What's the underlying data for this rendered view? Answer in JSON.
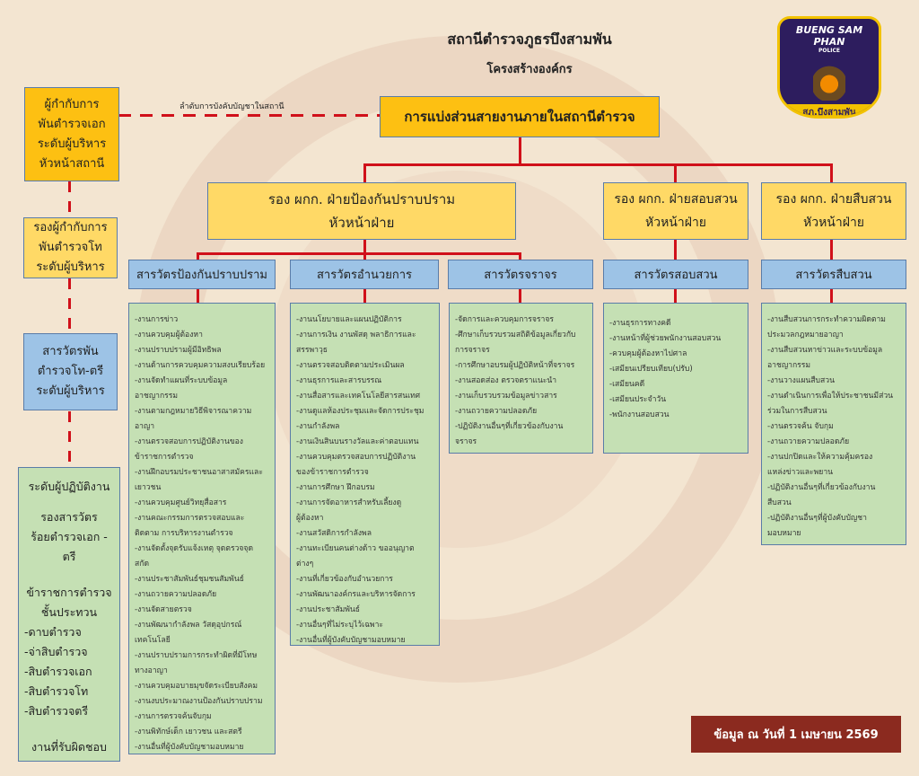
{
  "header": {
    "title": "สถานีตำรวจภูธรบึงสามพัน",
    "subtitle": "โครงสร้างองค์กร"
  },
  "logo": {
    "text_top": "BUENG SAM PHAN",
    "text_mid": "POLICE",
    "text_bottom": "สภ.บึงสามพัน",
    "bg_color": "#2d1d5e",
    "accent_color": "#f2c200"
  },
  "command_line_label": "ลำดับการบังคับบัญชาในสถานี",
  "main_box": "การแบ่งส่วนสายงานภายในสถานีตำรวจ",
  "left_levels": [
    {
      "lines": [
        "ผู้กำกับการ",
        "พันตำรวจเอก",
        "ระดับผู้บริหาร",
        "หัวหน้าสถานี"
      ]
    },
    {
      "lines": [
        "รองผู้กำกับการ",
        "พันตำรวจโท",
        "ระดับผู้บริหาร"
      ]
    },
    {
      "lines": [
        "สารวัตรพัน",
        "ตำรวจโท-ตรี",
        "ระดับผู้บริหาร"
      ]
    },
    {
      "title": "ระดับผู้ปฏิบัติงาน",
      "lines": [
        "รองสารวัตร",
        "ร้อยตำรวจเอก -",
        "ตรี"
      ],
      "lines2": [
        "ข้าราชการตำรวจ",
        "ชั้นประทวน"
      ],
      "ranks": [
        "-ดาบตำรวจ",
        "-จ่าสิบตำรวจ",
        "-สิบตำรวจเอก",
        "-สิบตำรวจโท",
        "-สิบตำรวจตรี"
      ],
      "footer": "งานที่รับผิดชอบ"
    }
  ],
  "deputies": [
    {
      "line1": "รอง ผกก. ฝ่ายป้องกันปราบปราม",
      "line2": "หัวหน้าฝ่าย"
    },
    {
      "line1": "รอง ผกก. ฝ่ายสอบสวน",
      "line2": "หัวหน้าฝ่าย"
    },
    {
      "line1": "รอง ผกก. ฝ่ายสืบสวน",
      "line2": "หัวหน้าฝ่าย"
    }
  ],
  "sections": [
    {
      "name": "สารวัตรป้องกันปราบปราม",
      "duties": [
        "-งานการข่าว",
        "-งานควบคุมผู้ต้องหา",
        "-งานปราบปรามผู้มีอิทธิพล",
        "-งานด้านการควบคุมความสงบเรียบร้อย",
        "-งานจัดทำแผนที่ระบบข้อมูล",
        "อาชญากรรม",
        "-งานตามกฎหมายวิธีพิจารณาความ",
        "อาญา",
        "-งานตรวจสอบการปฏิบัติงานของ",
        "ข้าราชการตำรวจ",
        "-งานฝึกอบรมประชาชนอาสาสมัครและ",
        "เยาวชน",
        "-งานควบคุมศูนย์วิทยุสื่อสาร",
        "-งานคณะกรรมการตรวจสอบและ",
        "ติดตาม การบริหารงานตำรวจ",
        "-งานจัดตั้งจุดรับแจ้งเหตุ จุดตรวจจุด",
        "สกัด",
        "-งานประชาสัมพันธ์ชุมชนสัมพันธ์",
        "-งานถวายความปลอดภัย",
        "-งานจัดสายตรวจ",
        "-งานพัฒนากำลังพล วัสดุอุปกรณ์",
        "เทคโนโลยี",
        "-งานปราบปรามการกระทำผิดที่มีโทษ",
        "ทางอาญา",
        "-งานควบคุมอบายมุขจัดระเบียบสังคม",
        "-งานงบประมาณงานป้องกันปราบปราม",
        "-งานการตรวจค้นจับกุม",
        "-งานพิทักษ์เด็ก เยาวชน และสตรี",
        "-งานอื่นที่ผู้บังคับบัญชามอบหมาย"
      ]
    },
    {
      "name": "สารวัตรอำนวยการ",
      "duties": [
        "-งานนโยบายและแผนปฏิบัติการ",
        "-งานการเงิน งานพัสดุ พลาธิการและ",
        "สรรพาวุธ",
        "-งานตรวจสอบติดตามประเมินผล",
        "-งานธุรการและสารบรรณ",
        "-งานสื่อสารและเทคโนโลยีสารสนเทศ",
        "-งานดูแลห้องประชุมและจัดการประชุม",
        "-งานกำลังพล",
        "-งานเงินสินบนรางวัลและค่าตอบแทน",
        "-งานควบคุมตรวจสอบการปฏิบัติงาน",
        "ของข้าราชการตำรวจ",
        "-งานการศึกษา ฝึกอบรม",
        "-งานการจัดอาหารสำหรับเลี้ยงดู",
        "ผู้ต้องหา",
        "-งานสวัสดิการกำลังพล",
        "-งานทะเบียนคนต่างด้าว ขออนุญาต",
        "ต่างๆ",
        "-งานที่เกี่ยวข้องกับอำนวยการ",
        "-งานพัฒนาองค์กรและบริหารจัดการ",
        "-งานประชาสัมพันธ์",
        "-งานอื่นๆที่ไม่ระบุไว้เฉพาะ",
        "-งานอื่นที่ผู้บังคับบัญชามอบหมาย"
      ]
    },
    {
      "name": "สารวัตรจราจร",
      "duties": [
        "-จัดการและควบคุมการจราจร",
        "-ศึกษาเก็บรวบรวมสถิติข้อมูลเกี่ยวกับ",
        "การจราจร",
        "-การศึกษาอบรมผู้ปฏิบัติหน้าที่จราจร",
        "-งานสอดส่อง ตรวจตราแนะนำ",
        "-งานเก็บรวบรวมข้อมูลข่าวสาร",
        "-งานถวายความปลอดภัย",
        "-ปฏิบัติงานอื่นๆที่เกี่ยวข้องกับงาน",
        "จราจร"
      ]
    },
    {
      "name": "สารวัตรสอบสวน",
      "duties": [
        "-งานธุรการทางคดี",
        "-งานหน้าที่ผู้ช่วยพนักงานสอบสวน",
        "-ควบคุมผู้ต้องหาไปศาล",
        "-เสมียนเปรียบเทียบ(ปรับ)",
        "-เสมียนคดี",
        "-เสมียนประจำวัน",
        "-พนักงานสอบสวน"
      ]
    },
    {
      "name": "สารวัตรสืบสวน",
      "duties": [
        "-งานสืบสวนการกระทำความผิดตาม",
        "ประมวลกฎหมายอาญา",
        "-งานสืบสวนหาข่าวและระบบข้อมูล",
        "อาชญากรรม",
        "-งานวางแผนสืบสวน",
        "-งานดำเนินการเพื่อให้ประชาชนมีส่วน",
        "ร่วมในการสืบสวน",
        "-งานตรวจค้น จับกุม",
        "-งานถวายความปลอดภัย",
        "-งานปกปิดและให้ความคุ้มครอง",
        "แหล่งข่าวและพยาน",
        "-ปฏิบัติงานอื่นๆที่เกี่ยวข้องกับงาน",
        "สืบสวน",
        "-ปฏิบัติงานอื่นๆที่ผู้บังคับบัญชา",
        "มอบหมาย"
      ]
    }
  ],
  "footer_badge": "ข้อมูล ณ วันที่ 1 เมษายน 2569"
}
